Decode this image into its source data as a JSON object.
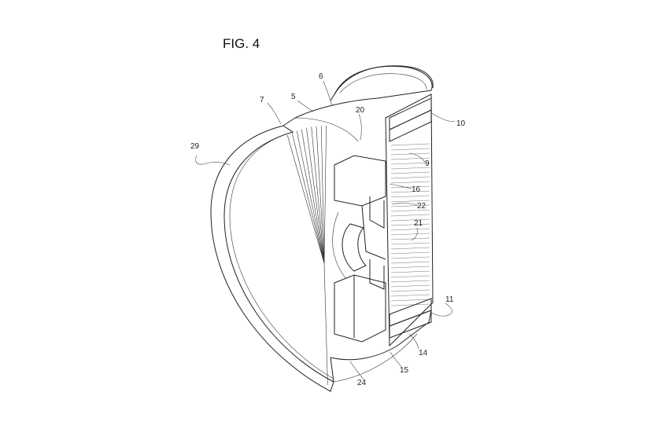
{
  "figure": {
    "title": "FIG. 4",
    "callouts": [
      {
        "id": "c6",
        "text": "6"
      },
      {
        "id": "c7",
        "text": "7"
      },
      {
        "id": "c5",
        "text": "5"
      },
      {
        "id": "c20",
        "text": "20"
      },
      {
        "id": "c10",
        "text": "10"
      },
      {
        "id": "c29",
        "text": "29"
      },
      {
        "id": "c9",
        "text": "9"
      },
      {
        "id": "c16",
        "text": "16"
      },
      {
        "id": "c22",
        "text": "22"
      },
      {
        "id": "c21",
        "text": "21"
      },
      {
        "id": "c11",
        "text": "11"
      },
      {
        "id": "c14",
        "text": "14"
      },
      {
        "id": "c15",
        "text": "15"
      },
      {
        "id": "c24",
        "text": "24"
      }
    ]
  }
}
